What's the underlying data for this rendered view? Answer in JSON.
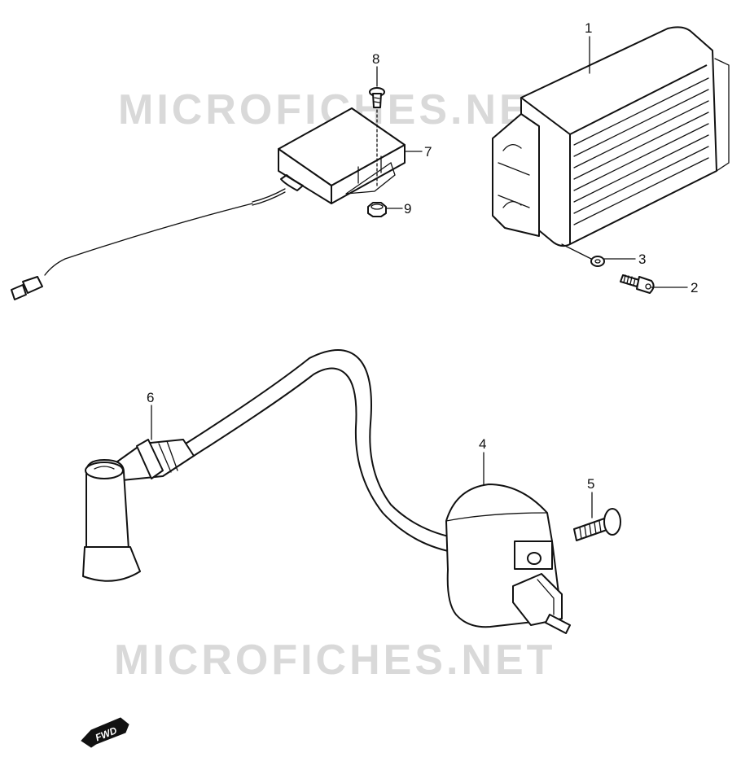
{
  "watermark": "MICROFICHES.NET",
  "fwd_label": "FWD",
  "callouts": [
    "1",
    "2",
    "3",
    "4",
    "5",
    "6",
    "7",
    "8",
    "9"
  ]
}
